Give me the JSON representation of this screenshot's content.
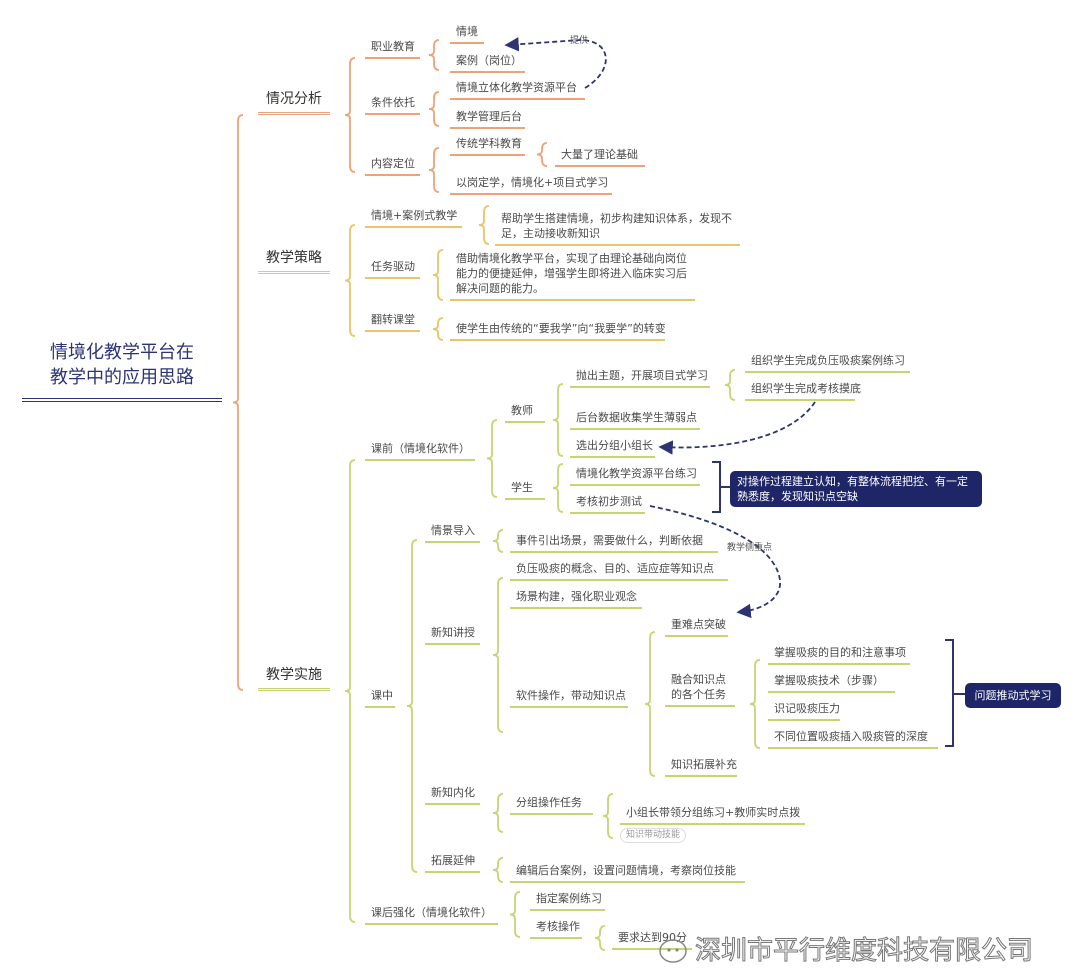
{
  "root": {
    "line1": "情境化教学平台在",
    "line2": "教学中的应用思路"
  },
  "analysis": {
    "title": "情况分析",
    "vocational": {
      "label": "职业教育",
      "items": [
        "情境",
        "案例（岗位）"
      ]
    },
    "conditions": {
      "label": "条件依托",
      "items": [
        "情境立体化教学资源平台",
        "教学管理后台"
      ]
    },
    "content": {
      "label": "内容定位",
      "traditional": "传统学科教育",
      "traditional_note": "大量了理论基础",
      "new": "以岗定学，情境化+项目式学习"
    },
    "provide_label": "提供"
  },
  "strategy": {
    "title": "教学策略",
    "items": [
      {
        "label": "情境+案例式教学",
        "desc": "帮助学生搭建情境，初步构建知识体系，发现不足，主动接收新知识"
      },
      {
        "label": "任务驱动",
        "desc": "借助情境化教学平台，实现了由理论基础向岗位能力的便捷延伸，增强学生即将进入临床实习后解决问题的能力。"
      },
      {
        "label": "翻转课堂",
        "desc": "使学生由传统的“要我学”向“我要学”的转变"
      }
    ]
  },
  "implementation": {
    "title": "教学实施",
    "pre": {
      "label": "课前（情境化软件）",
      "teacher": {
        "label": "教师",
        "topic": "抛出主题，开展项目式学习",
        "topic_items": [
          "组织学生完成负压吸痰案例练习",
          "组织学生完成考核摸底"
        ],
        "collect": "后台数据收集学生薄弱点",
        "leader": "选出分组小组长"
      },
      "student": {
        "label": "学生",
        "items": [
          "情境化教学资源平台练习",
          "考核初步测试"
        ]
      },
      "summary": "对操作过程建立认知，有整体流程把控、有一定熟悉度，发现知识点空缺"
    },
    "in": {
      "label": "课中",
      "intro": {
        "label": "情景导入",
        "item": "事件引出场景，需要做什么，判断依据"
      },
      "teach": {
        "label": "新知讲授",
        "items": [
          "负压吸痰的概念、目的、适应症等知识点",
          "场景构建，强化职业观念",
          "软件操作，带动知识点"
        ],
        "software": {
          "key": "重难点突破",
          "tasks_label": "融合知识点的各个任务",
          "tasks": [
            "掌握吸痰的目的和注意事项",
            "掌握吸痰技术（步骤）",
            "识记吸痰压力",
            "不同位置吸痰插入吸痰管的深度"
          ],
          "extend": "知识拓展补充",
          "summary": "问题推动式学习"
        }
      },
      "internalize": {
        "label": "新知内化",
        "task": "分组操作任务",
        "detail": "小组长带领分组练习+教师实时点拨",
        "tag": "知识带动技能"
      },
      "expand": {
        "label": "拓展延伸",
        "item": "编辑后台案例，设置问题情境，考察岗位技能"
      },
      "focus_label": "教学侧重点"
    },
    "post": {
      "label": "课后强化（情境化软件）",
      "items": [
        "指定案例练习",
        "考核操作"
      ],
      "requirement": "要求达到90分"
    }
  },
  "watermark": "深圳市平行维度科技有限公司",
  "colors": {
    "analysis": "#eda27a",
    "strategy": "#e8c46a",
    "implementation": "#c3d674",
    "navy": "#1f2667"
  }
}
